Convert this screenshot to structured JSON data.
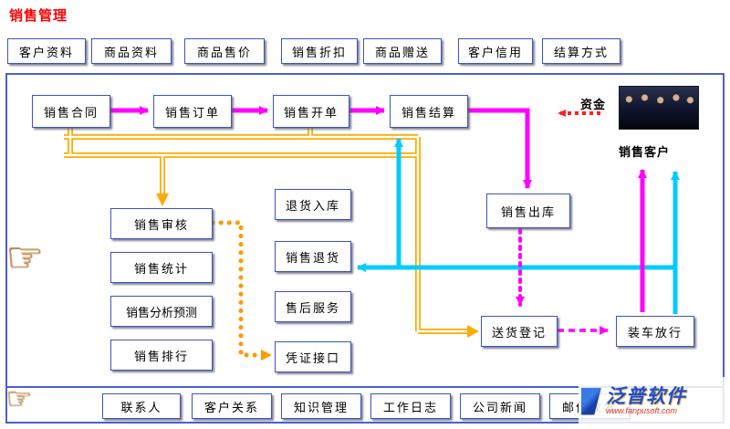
{
  "page_title": "销售管理",
  "top_menu": {
    "items": [
      "客户资料",
      "商品资料",
      "商品售价",
      "销售折扣",
      "商品赠送",
      "客户信用",
      "结算方式"
    ]
  },
  "bottom_menu": {
    "items": [
      "联系人",
      "客户关系",
      "知识管理",
      "工作日志",
      "公司新闻",
      "邮件收发"
    ]
  },
  "nodes": {
    "sales_contract": "销售合同",
    "sales_order": "销售订单",
    "sales_billing": "销售开单",
    "sales_settlement": "销售结算",
    "sales_audit": "销售审核",
    "sales_statistics": "销售统计",
    "sales_analysis_forecast": "销售分析预测",
    "sales_ranking": "销售排行",
    "return_inbound": "退货入库",
    "sales_return": "销售退货",
    "after_sales_service": "售后服务",
    "voucher_interface": "凭证接口",
    "sales_outbound": "销售出库",
    "delivery_registration": "送货登记",
    "loading_release": "装车放行"
  },
  "labels": {
    "funds": "资金",
    "sales_customer": "销售客户"
  },
  "icons": {
    "hand_pointer": "☞",
    "businessmen_photo": "businessmen-photo"
  },
  "watermark": {
    "brand": "泛普软件",
    "url": "www.fanpusoft.com"
  },
  "colors": {
    "title_red": "#ff0000",
    "box_border_blue": "#3b54c6",
    "frame_blue": "#4a5fd0",
    "flow_magenta": "#ff00ff",
    "flow_cyan": "#00ccff",
    "flow_orange": "#ffaa00",
    "funds_arrow_red": "#ff2020",
    "watermark_blue": "#1d4fd7"
  }
}
